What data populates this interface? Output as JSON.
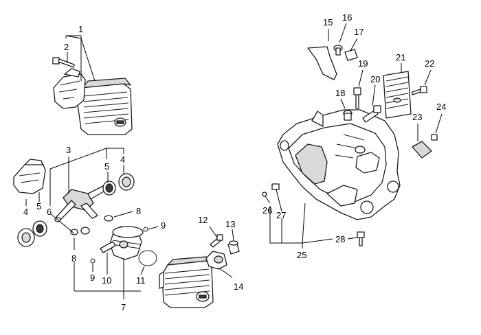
{
  "callouts": [
    "1",
    "2",
    "3",
    "4",
    "5",
    "6",
    "7",
    "8",
    "9",
    "10",
    "11",
    "12",
    "13",
    "14",
    "15",
    "16",
    "17",
    "18",
    "19",
    "20",
    "21",
    "22",
    "23",
    "24",
    "25",
    "26",
    "27",
    "28"
  ],
  "labels": {
    "n1": "1",
    "n2": "2",
    "n3": "3",
    "n4a": "4",
    "n4b": "4",
    "n5a": "5",
    "n5b": "5",
    "n6": "6",
    "n7": "7",
    "n8a": "8",
    "n8b": "8",
    "n9a": "9",
    "n9b": "9",
    "n10": "10",
    "n11": "11",
    "n12": "12",
    "n13": "13",
    "n14": "14",
    "n15": "15",
    "n16": "16",
    "n17": "17",
    "n18": "18",
    "n19": "19",
    "n20": "20",
    "n21": "21",
    "n22": "22",
    "n23": "23",
    "n24": "24",
    "n25": "25",
    "n26": "26",
    "n27": "27",
    "n28": "28"
  }
}
